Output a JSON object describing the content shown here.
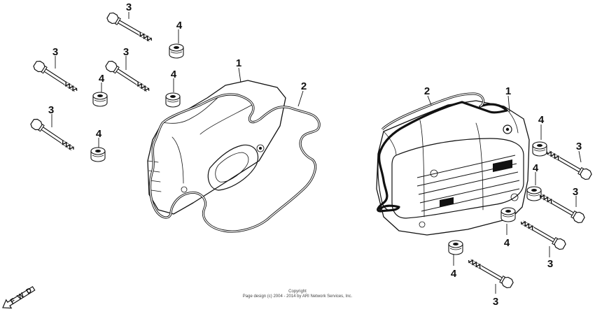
{
  "callouts": {
    "bolt_l1": "3",
    "bolt_l2": "3",
    "bolt_l3": "3",
    "bolt_l4": "3",
    "grom_l1": "4",
    "grom_l2": "4",
    "grom_l3": "4",
    "grom_l4": "4",
    "cover_left": "1",
    "gasket_left": "2",
    "gasket_right": "2",
    "cover_right": "1",
    "grom_r1": "4",
    "grom_r2": "4",
    "grom_r3": "4",
    "grom_r4": "4",
    "bolt_r1": "3",
    "bolt_r2": "3",
    "bolt_r3": "3",
    "bolt_r4": "3"
  },
  "direction_label": "FWD",
  "copyright": {
    "line1": "Copyright",
    "line2": "Page design (c) 2004 - 2014 by ARI Network Services, Inc."
  }
}
